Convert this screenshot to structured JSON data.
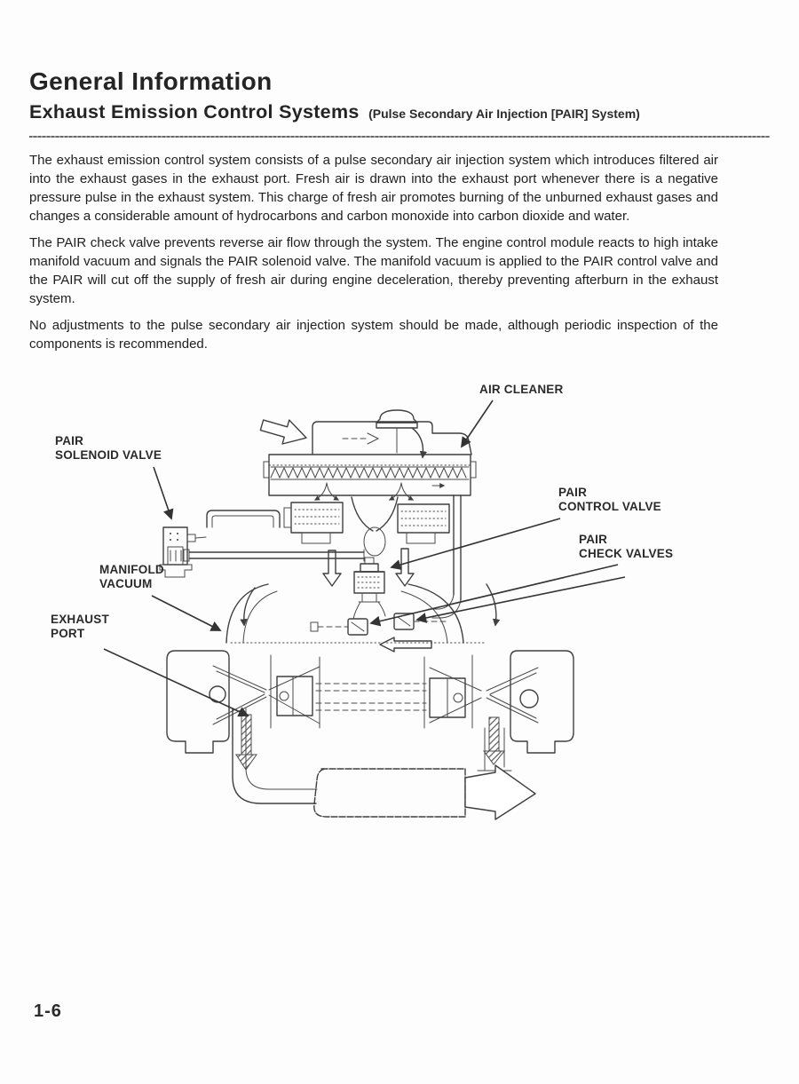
{
  "page": {
    "title": "General Information",
    "subtitle": "Exhaust Emission Control Systems",
    "subtitle_note": "(Pulse Secondary Air Injection [PAIR] System)",
    "page_number": "1-6"
  },
  "paragraphs": [
    "The exhaust emission control system consists of a pulse secondary air injection system which introduces filtered air into the exhaust gases in the exhaust port. Fresh air is drawn into the exhaust port whenever there is a negative pressure pulse in the exhaust system. This charge of fresh air promotes burning of the unburned exhaust gases and changes a considerable amount of hydrocarbons and carbon monoxide into carbon dioxide and water.",
    "The PAIR check valve prevents reverse air flow through the system. The engine control module reacts to high intake manifold vacuum and signals the PAIR solenoid valve. The manifold vacuum is applied to the PAIR control valve and the PAIR will cut off the supply of fresh air during engine deceleration, thereby preventing afterburn in the exhaust system.",
    "No adjustments to the pulse secondary air injection system should be made, although periodic inspection of the components is recommended."
  ],
  "diagram": {
    "labels": {
      "pair_solenoid": {
        "l1": "PAIR",
        "l2": "SOLENOID VALVE"
      },
      "air_cleaner": {
        "l1": "AIR CLEANER"
      },
      "pair_control": {
        "l1": "PAIR",
        "l2": "CONTROL VALVE"
      },
      "pair_check": {
        "l1": "PAIR",
        "l2": "CHECK VALVES"
      },
      "manifold_vacuum": {
        "l1": "MANIFOLD",
        "l2": "VACUUM"
      },
      "exhaust_port": {
        "l1": "EXHAUST",
        "l2": "PORT"
      }
    }
  },
  "colors": {
    "ink": "#1f1f1f",
    "line": "#3f3f3f",
    "paper": "#fdfdfd"
  }
}
